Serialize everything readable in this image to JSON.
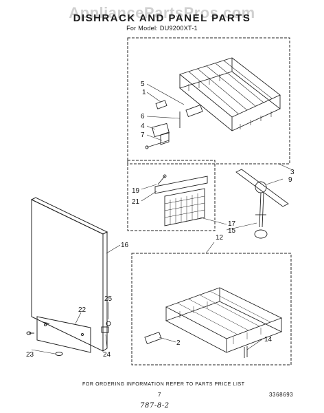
{
  "header": {
    "watermark": "AppliancePartsPros.com",
    "title": "DISHRACK AND PANEL PARTS",
    "model_line": "For Model: DU9200XT-1"
  },
  "callouts": [
    "1",
    "2",
    "3",
    "4",
    "5",
    "6",
    "7",
    "9",
    "12",
    "14",
    "15",
    "16",
    "17",
    "19",
    "21",
    "22",
    "23",
    "24",
    "25"
  ],
  "footer": {
    "ordering_note": "FOR ORDERING INFORMATION REFER TO PARTS PRICE LIST",
    "page_number": "7",
    "doc_number": "3368693",
    "handwritten": "787-8-2"
  }
}
